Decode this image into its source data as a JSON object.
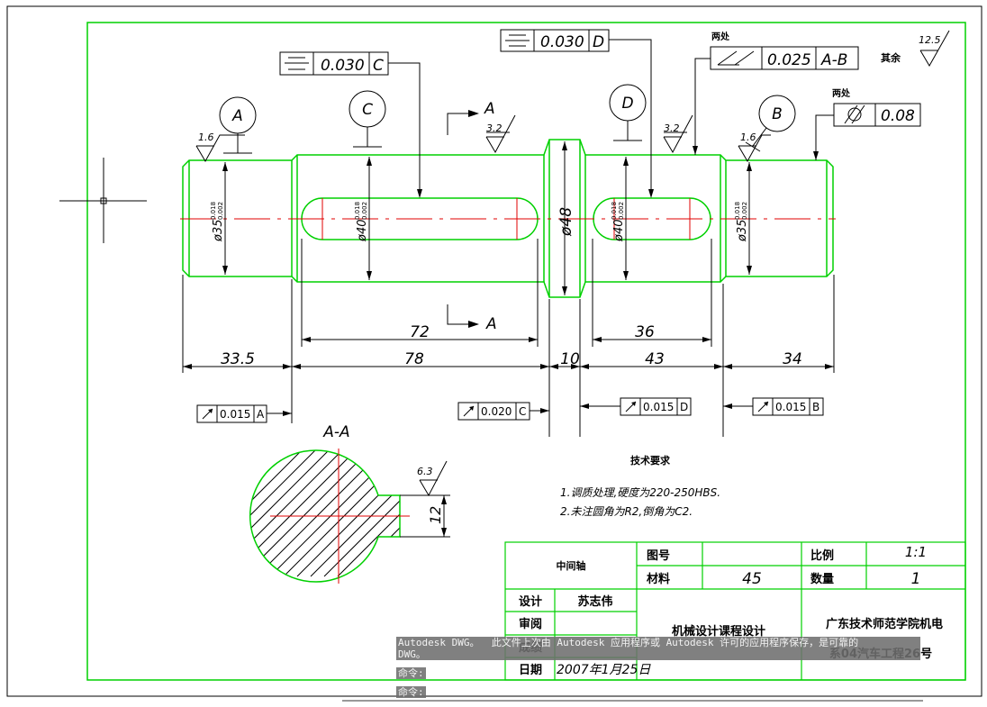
{
  "tolerances": {
    "sym_c": {
      "value": "0.030",
      "datum": "C"
    },
    "sym_d": {
      "value": "0.030",
      "datum": "D"
    },
    "runout_ab": {
      "prefix": "两处",
      "value": "0.025",
      "datum": "A-B"
    },
    "cyl": {
      "prefix": "两处",
      "value": "0.08"
    },
    "run_a": {
      "value": "0.015",
      "datum": "A"
    },
    "run_c": {
      "value": "0.020",
      "datum": "C"
    },
    "run_d": {
      "value": "0.015",
      "datum": "D"
    },
    "run_b": {
      "value": "0.015",
      "datum": "B"
    }
  },
  "rest_roughness": {
    "label": "其余",
    "value": "12.5"
  },
  "datums": {
    "a": "A",
    "c": "C",
    "d": "D",
    "b": "B"
  },
  "roughness": {
    "r1": "1.6",
    "r2": "3.2",
    "r3": "3.2",
    "r4": "1.6",
    "r5": "6.3"
  },
  "section": {
    "arrow_top": "A",
    "arrow_bottom": "A",
    "title": "A-A",
    "keyway_depth": "12"
  },
  "diameters": {
    "d1": {
      "label": "ø35",
      "up": "0.018",
      "low": "0.002"
    },
    "d2": {
      "label": "ø40",
      "up": "0.018",
      "low": "0.002"
    },
    "d3": {
      "label": "ø48"
    },
    "d4": {
      "label": "ø40",
      "up": "0.018",
      "low": "0.002"
    },
    "d5": {
      "label": "ø35",
      "up": "0.018",
      "low": "0.002"
    }
  },
  "dims": {
    "key1": "72",
    "key2": "36",
    "l1": "33.5",
    "l2": "78",
    "l3": "10",
    "l4": "43",
    "l5": "34"
  },
  "tech_req": {
    "title": "技术要求",
    "line1": "1.调质处理,硬度为220-250HBS.",
    "line2": "2.未注圆角为R2,倒角为C2."
  },
  "title_block": {
    "part_name": "中间轴",
    "drawing_no_label": "图号",
    "drawing_no": "",
    "scale_label": "比例",
    "scale": "1:1",
    "material_label": "材料",
    "material": "45",
    "qty_label": "数量",
    "qty": "1",
    "design_label": "设计",
    "designer": "苏志伟",
    "review_label": "审阅",
    "score_label": "成绩",
    "date_label": "日期",
    "date": "2007年1月25日",
    "course": "机械设计课程设计",
    "school": "广东技术师范学院机电",
    "class": "系04汽车工程26号"
  },
  "command": {
    "message": "Autodesk DWG。  此文件上次由 Autodesk 应用程序或 Autodesk 许可的应用程序保存，是可靠的\nDWG。",
    "prompt1": "命令:",
    "prompt2": "命令:"
  },
  "colors": {
    "outline": "#00d000",
    "center": "#e00000",
    "line": "#000000"
  }
}
